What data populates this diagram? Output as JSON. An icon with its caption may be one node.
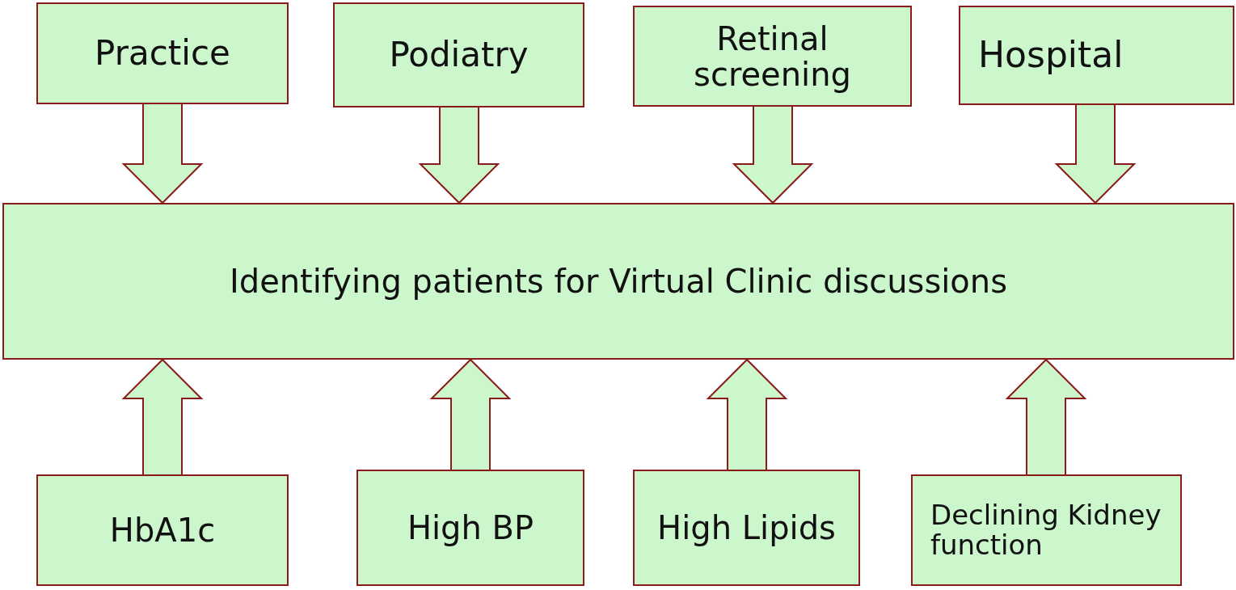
{
  "diagram": {
    "nodes": [
      {
        "text": [
          "Practice"
        ]
      },
      {
        "text": [
          "Podiatry"
        ]
      },
      {
        "text": [
          "Retinal screening"
        ]
      },
      {
        "text": [
          "Hospital"
        ]
      },
      {
        "text": [
          "Identifying patients for Virtual Clinic discussions"
        ]
      },
      {
        "text": [
          "HbA1c"
        ]
      },
      {
        "text": [
          "High BP"
        ]
      },
      {
        "text": [
          "High Lipids"
        ]
      },
      {
        "text": [
          "Declining Kidney function"
        ]
      }
    ],
    "edges": [
      {
        "from": 0,
        "to": 4,
        "arrow": "to"
      },
      {
        "from": 1,
        "to": 4,
        "arrow": "to"
      },
      {
        "from": 2,
        "to": 4,
        "arrow": "to"
      },
      {
        "from": 3,
        "to": 4,
        "arrow": "to"
      },
      {
        "from": 5,
        "to": 4,
        "arrow": "to"
      },
      {
        "from": 6,
        "to": 4,
        "arrow": "to"
      },
      {
        "from": 7,
        "to": 4,
        "arrow": "to"
      },
      {
        "from": 8,
        "to": 4,
        "arrow": "to"
      }
    ]
  }
}
